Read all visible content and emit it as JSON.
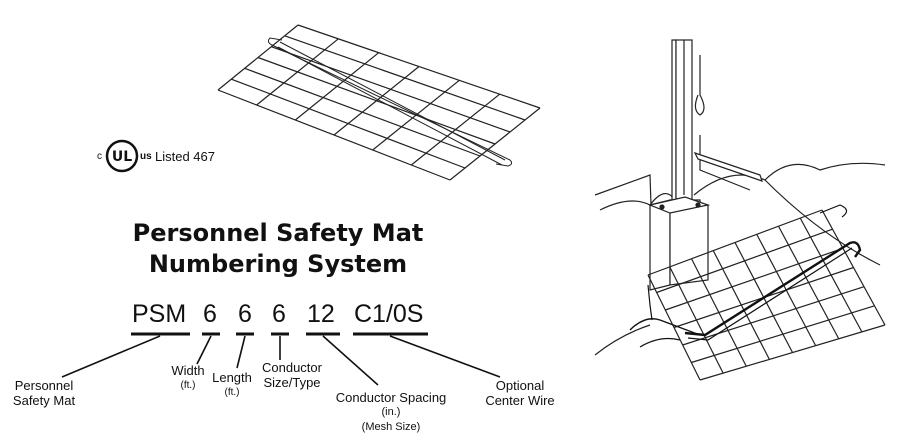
{
  "cert": {
    "prefix": "c",
    "logo": "UL",
    "suffix": "us",
    "text": "Listed 467"
  },
  "title": {
    "line1": "Personnel Safety Mat",
    "line2": "Numbering System"
  },
  "code": {
    "psm": "PSM",
    "width": "6",
    "length": "6",
    "conductor": "6",
    "spacing": "12",
    "option": "C1/0S"
  },
  "labels": {
    "psm": {
      "line1": "Personnel",
      "line2": "Safety Mat"
    },
    "width": {
      "main": "Width",
      "sub": "(ft.)"
    },
    "length": {
      "main": "Length",
      "sub": "(ft.)"
    },
    "conductor": {
      "line1": "Conductor",
      "line2": "Size/Type"
    },
    "spacing": {
      "main": "Conductor Spacing",
      "sub": "(in.)",
      "sub2": "(Mesh Size)"
    },
    "option": {
      "line1": "Optional",
      "line2": "Center Wire"
    }
  },
  "colors": {
    "ink": "#111111",
    "grid": "#222222"
  }
}
